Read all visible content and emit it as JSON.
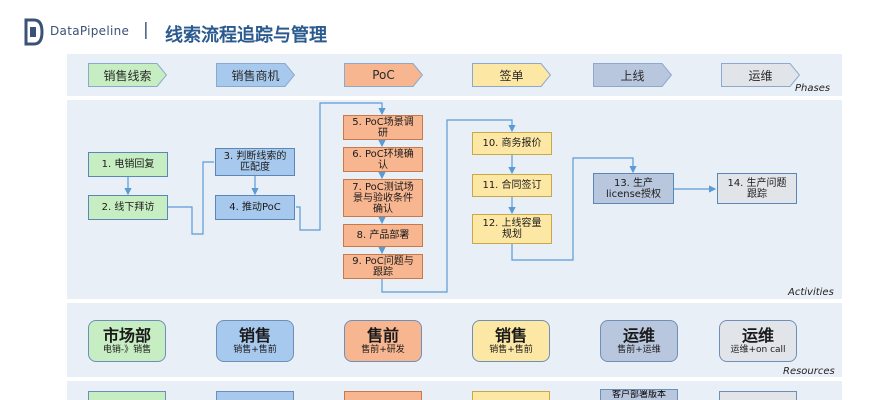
{
  "header": {
    "brand": "DataPipeline",
    "separator": "|",
    "title": "线索流程追踪与管理"
  },
  "phases": {
    "label": "Phases",
    "items": [
      {
        "label": "销售线索",
        "color": "#c7edc2"
      },
      {
        "label": "销售商机",
        "color": "#a8c9ee"
      },
      {
        "label": "PoC",
        "color": "#f7b690"
      },
      {
        "label": "签单",
        "color": "#fde7a4"
      },
      {
        "label": "上线",
        "color": "#b9c7de"
      },
      {
        "label": "运维",
        "color": "#e1e5ea"
      }
    ]
  },
  "activities": {
    "label": "Activities",
    "a1": "1. 电销回复",
    "a2": "2. 线下拜访",
    "a3": "3. 判断线索的匹配度",
    "a4": "4. 推动PoC",
    "a5": "5. PoC场景调研",
    "a6": "6. PoC环境确认",
    "a7": "7. PoC测试场景与验收条件确认",
    "a8": "8. 产品部署",
    "a9": "9. PoC问题与跟踪",
    "a10": "10. 商务报价",
    "a11": "11. 合同签订",
    "a12": "12. 上线容量规划",
    "a13": "13. 生产license授权",
    "a14": "14. 生产问题跟踪"
  },
  "resources": {
    "label": "Resources",
    "items": [
      {
        "main": "市场部",
        "sub": "电销-》销售"
      },
      {
        "main": "销售",
        "sub": "销售+售前"
      },
      {
        "main": "售前",
        "sub": "售前+研发"
      },
      {
        "main": "销售",
        "sub": "销售+售前"
      },
      {
        "main": "运维",
        "sub": "售前+运维"
      },
      {
        "main": "运维",
        "sub": "运维+on call"
      }
    ]
  },
  "bottom_partial": {
    "item5": "客户部署版本"
  },
  "colors": {
    "band": "#e9eff7",
    "title": "#2b5a8f",
    "connector": "#5b9bd5"
  }
}
